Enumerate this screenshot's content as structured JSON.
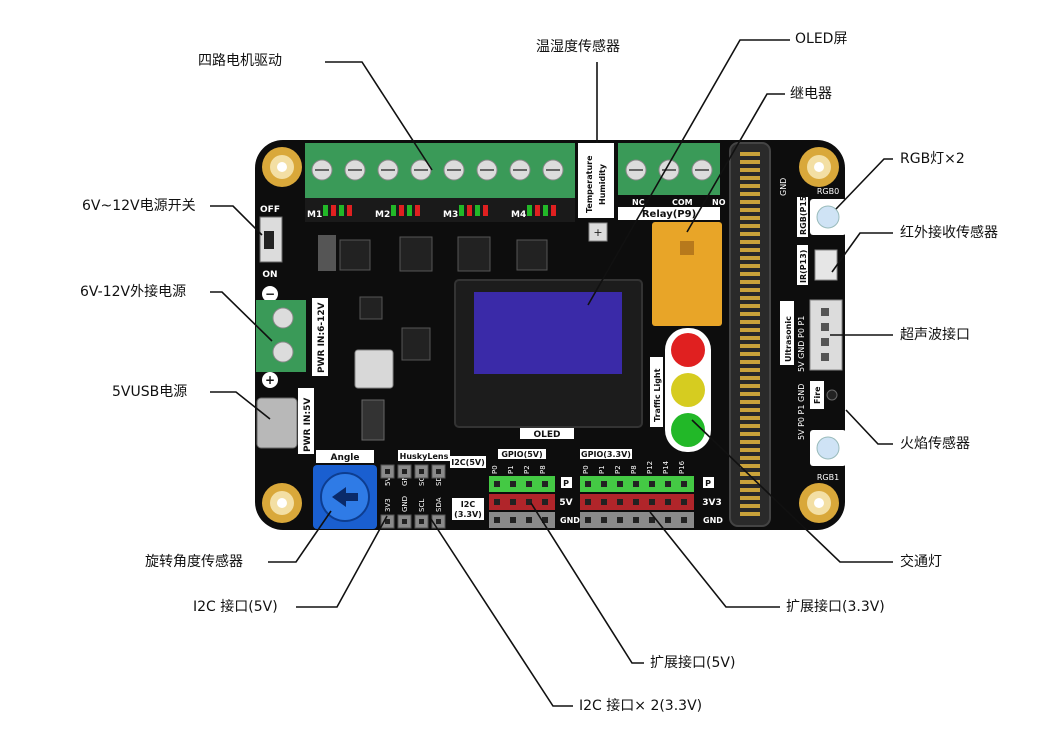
{
  "callouts": {
    "motor_driver": "四路电机驱动",
    "temp_humidity": "温湿度传感器",
    "oled_screen": "OLED屏",
    "relay": "继电器",
    "rgb_lights": "RGB灯×2",
    "ir_receiver": "红外接收传感器",
    "ultrasonic_port": "超声波接口",
    "flame_sensor": "火焰传感器",
    "traffic_light": "交通灯",
    "expansion_3v3": "扩展接口(3.3V)",
    "expansion_5v": "扩展接口(5V)",
    "i2c_3v3": "I2C 接口× 2(3.3V)",
    "i2c_5v": "I2C 接口(5V)",
    "angle_sensor": "旋转角度传感器",
    "usb_power": "5VUSB电源",
    "ext_power": "6V-12V外接电源",
    "power_switch": "6V~12V电源开关"
  },
  "board": {
    "switch_off": "OFF",
    "switch_on": "ON",
    "motor_labels": [
      "M1",
      "M2",
      "M3",
      "M4"
    ],
    "temp_label": "Temperature",
    "humidity_label": "Humidity",
    "relay_pins": [
      "NC",
      "COM",
      "NO"
    ],
    "relay_label": "Relay(P9)",
    "gnd_label": "GND",
    "rgb0_label": "RGB0",
    "rgb_pin_label": "RGB(P15)",
    "ir_pin_label": "IR(P13)",
    "ultrasonic_label": "Ultrasonic",
    "ultrasonic_pins": "5V GND P0 P1",
    "fire_label": "Fire",
    "fire_pins": "5V P0 P1 GND",
    "rgb1_label": "RGB1",
    "traffic_label": "Traffic Light",
    "oled_label": "OLED",
    "pwr_ext_label": "PWR IN:6-12V",
    "pwr_usb_label": "PWR IN:5V",
    "minus_sign": "−",
    "plus_sign": "+",
    "angle_label": "Angle",
    "huskylens_label": "HuskyLens",
    "i2c_top_pins": [
      "5V",
      "GND",
      "SCL",
      "SDA"
    ],
    "i2c5v_label": "I2C(5V)",
    "i2c_bottom_pins": [
      "3V3",
      "GND",
      "SCL",
      "SDA"
    ],
    "i2c_label": "I2C",
    "i2c_3v3_label": "(3.3V)",
    "gpio5v_label": "GPIO(5V)",
    "gpio5v_pins": [
      "P0",
      "P1",
      "P2",
      "P8"
    ],
    "gpio3v3_label": "GPIO(3.3V)",
    "gpio3v3_pins": [
      "P0",
      "P1",
      "P2",
      "P8",
      "P12",
      "P14",
      "P16"
    ],
    "p_label": "P",
    "v5_label": "5V",
    "v3_label": "3V3",
    "gnd_row_label": "GND"
  },
  "colors": {
    "board": "#0d0d0d",
    "terminal_green": "#3a9a58",
    "oled_screen": "#3a2aa8",
    "relay": "#e8a528",
    "header_green": "#44c944",
    "header_red": "#b0252a",
    "header_gray": "#8a8a8a",
    "mount_hole": "#d9a83a",
    "angle_blue": "#1a5fd0"
  }
}
